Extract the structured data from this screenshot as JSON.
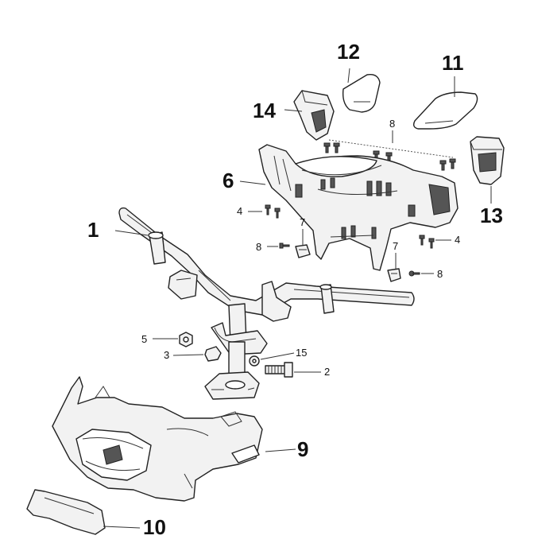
{
  "diagram": {
    "callouts": [
      {
        "id": "c1",
        "number": "1"
      },
      {
        "id": "c2",
        "number": "2"
      },
      {
        "id": "c3",
        "number": "3"
      },
      {
        "id": "c4a",
        "number": "4"
      },
      {
        "id": "c4b",
        "number": "4"
      },
      {
        "id": "c5",
        "number": "5"
      },
      {
        "id": "c6",
        "number": "6"
      },
      {
        "id": "c7a",
        "number": "7"
      },
      {
        "id": "c7b",
        "number": "7"
      },
      {
        "id": "c8a",
        "number": "8"
      },
      {
        "id": "c8b",
        "number": "8"
      },
      {
        "id": "c8c",
        "number": "8"
      },
      {
        "id": "c9",
        "number": "9"
      },
      {
        "id": "c10",
        "number": "10"
      },
      {
        "id": "c11",
        "number": "11"
      },
      {
        "id": "c12",
        "number": "12"
      },
      {
        "id": "c13",
        "number": "13"
      },
      {
        "id": "c14",
        "number": "14"
      },
      {
        "id": "c15",
        "number": "15"
      }
    ]
  }
}
